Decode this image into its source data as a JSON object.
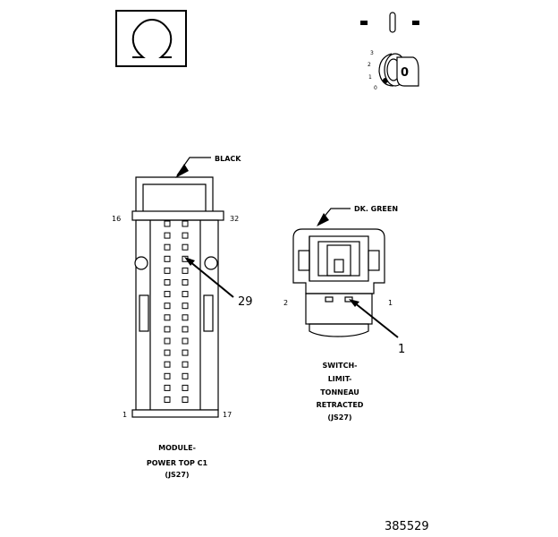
{
  "figure_number": "385529",
  "symbol_panel": {
    "glyph": "Ω"
  },
  "key_switch": {
    "positions": [
      "3",
      "2",
      "1",
      "0"
    ],
    "key_glyph": "0",
    "top_marks": [
      "-",
      "|",
      "-"
    ]
  },
  "left_connector": {
    "color_label": "BLACK",
    "pin_labels": {
      "top_left": "16",
      "top_right": "32",
      "bottom_left": "1",
      "bottom_right": "17"
    },
    "callout_pin": "29",
    "caption": [
      "MODULE-",
      "POWER TOP C1",
      "(JS27)"
    ]
  },
  "right_connector": {
    "color_label": "DK. GREEN",
    "pin_labels": {
      "left": "2",
      "right": "1"
    },
    "callout_pin": "1",
    "caption": [
      "SWITCH-",
      "LIMIT-",
      "TONNEAU",
      "RETRACTED",
      "(JS27)"
    ]
  }
}
